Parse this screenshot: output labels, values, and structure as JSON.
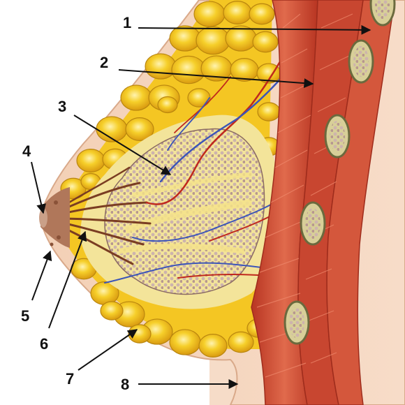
{
  "diagram": {
    "labels": [
      {
        "id": "1",
        "text": "1"
      },
      {
        "id": "2",
        "text": "2"
      },
      {
        "id": "3",
        "text": "3"
      },
      {
        "id": "4",
        "text": "4"
      },
      {
        "id": "5",
        "text": "5"
      },
      {
        "id": "6",
        "text": "6"
      },
      {
        "id": "7",
        "text": "7"
      },
      {
        "id": "8",
        "text": "8"
      }
    ],
    "colors": {
      "background": "#ffffff",
      "skin": "#f1cbb0",
      "skin_dark": "#e3ad8c",
      "fat": "#f2c21b",
      "fat_light": "#f8dc5a",
      "gland": "#a98a86",
      "gland_dark": "#6e4e4c",
      "muscle": "#c8432e",
      "muscle_light": "#de6a4f",
      "rib": "#cfc48a",
      "artery": "#c0281d",
      "vein": "#3c55b8",
      "arrow": "#111111"
    }
  }
}
